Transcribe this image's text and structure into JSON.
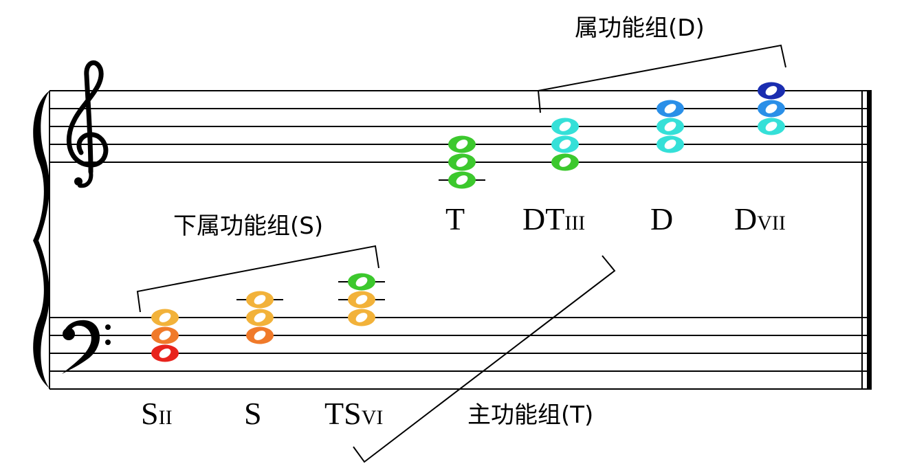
{
  "groups": {
    "dominant": "属功能组(D)",
    "subdominant": "下属功能组(S)",
    "tonic": "主功能组(T)"
  },
  "chords": [
    {
      "id": "s2",
      "label_main": "S",
      "label_sub": "II",
      "colors": [
        "#e8231c",
        "#f07a2a",
        "#f2b23a"
      ]
    },
    {
      "id": "s",
      "label_main": "S",
      "label_sub": "",
      "colors": [
        "#f07a2a",
        "#f2b23a",
        "#f2b23a"
      ]
    },
    {
      "id": "ts6",
      "label_main": "TS",
      "label_sub": "VI",
      "colors": [
        "#f2b23a",
        "#f2b23a",
        "#3cc82d"
      ]
    },
    {
      "id": "t",
      "label_main": "T",
      "label_sub": "",
      "colors": [
        "#3cc82d",
        "#3cc82d",
        "#3cc82d"
      ]
    },
    {
      "id": "dt3",
      "label_main": "DT",
      "label_sub": "III",
      "colors": [
        "#3cc82d",
        "#35e0d8",
        "#35e0d8"
      ]
    },
    {
      "id": "d",
      "label_main": "D",
      "label_sub": "",
      "colors": [
        "#35e0d8",
        "#35e0d8",
        "#2a8fe8"
      ]
    },
    {
      "id": "d7",
      "label_main": "D",
      "label_sub": "VII",
      "colors": [
        "#35e0d8",
        "#2a8fe8",
        "#1a2db0"
      ]
    }
  ]
}
